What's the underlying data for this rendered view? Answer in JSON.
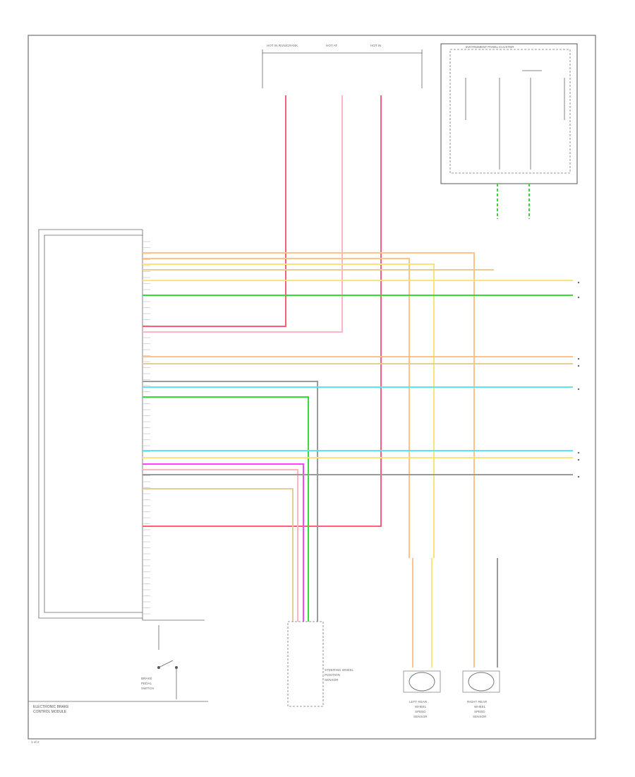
{
  "wire_colors": {
    "red": "#ff5c7a",
    "pink": "#ffb6c1",
    "orange": "#ffc38a",
    "yellow": "#ffe27a",
    "green": "#33dd33",
    "cyan": "#55e8f0",
    "magenta": "#ff44ff",
    "tan": "#e6cc9a",
    "gray": "#9a9a9a"
  },
  "diagram": {
    "fuse_box_top": [
      "HOT IN RUN/CRANK",
      "HOT AT",
      "HOT IN"
    ],
    "ipc_box_title": "INSTRUMENT PANEL CLUSTER",
    "module_label": [
      "ELECTRONIC BRAKE",
      "CONTROL MODULE"
    ],
    "left_rear_sensor": [
      "LEFT REAR",
      "WHEEL",
      "SPEED",
      "SENSOR"
    ],
    "right_rear_sensor": [
      "RIGHT REAR",
      "WHEEL",
      "SPEED",
      "SENSOR"
    ],
    "steering_sensor": [
      "STEERING WHEEL",
      "POSITION",
      "SENSOR"
    ],
    "brake_switch": [
      "BRAKE",
      "PEDAL",
      "SWITCH"
    ],
    "footer_code": "1 of 2"
  }
}
